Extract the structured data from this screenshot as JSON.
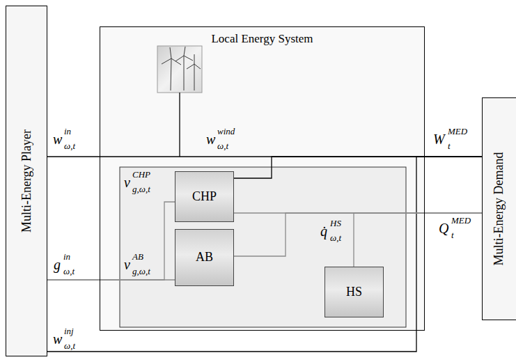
{
  "diagram": {
    "nodes": [
      {
        "text": [
          "Multi-Energy Player"
        ]
      },
      {
        "text": [
          "Local Energy System"
        ]
      },
      {
        "text": [
          "CHP"
        ],
        "in": 1
      },
      {
        "text": [
          "AB"
        ],
        "in": 1
      },
      {
        "text": [
          "HS"
        ],
        "in": 1
      },
      {
        "text": [
          "Multi-Energy Demand"
        ]
      }
    ],
    "edges": [
      {
        "from": 0,
        "to": 5,
        "arrow": "none"
      },
      {
        "from": 0,
        "to": 5,
        "arrow": "none"
      },
      {
        "from": 2,
        "to": 5,
        "arrow": "none"
      },
      {
        "from": 0,
        "to": 2,
        "arrow": "none"
      },
      {
        "from": 0,
        "to": 3,
        "arrow": "none"
      },
      {
        "from": 2,
        "to": 5,
        "arrow": "none"
      },
      {
        "from": 3,
        "to": 5,
        "arrow": "none"
      },
      {
        "from": 4,
        "to": 5,
        "arrow": "none"
      }
    ],
    "labels": [
      "w",
      "in",
      "ω,t",
      "w",
      "wind",
      "ω,t",
      "W",
      "MED",
      "t",
      "v",
      "CHP",
      "g,ω,t",
      "g",
      "in",
      "ω,t",
      "v",
      "AB",
      "g,ω,t",
      "q̇",
      "HS",
      "ω,t",
      "Q",
      "MED",
      "t",
      "w",
      "inj",
      "ω,t"
    ]
  }
}
